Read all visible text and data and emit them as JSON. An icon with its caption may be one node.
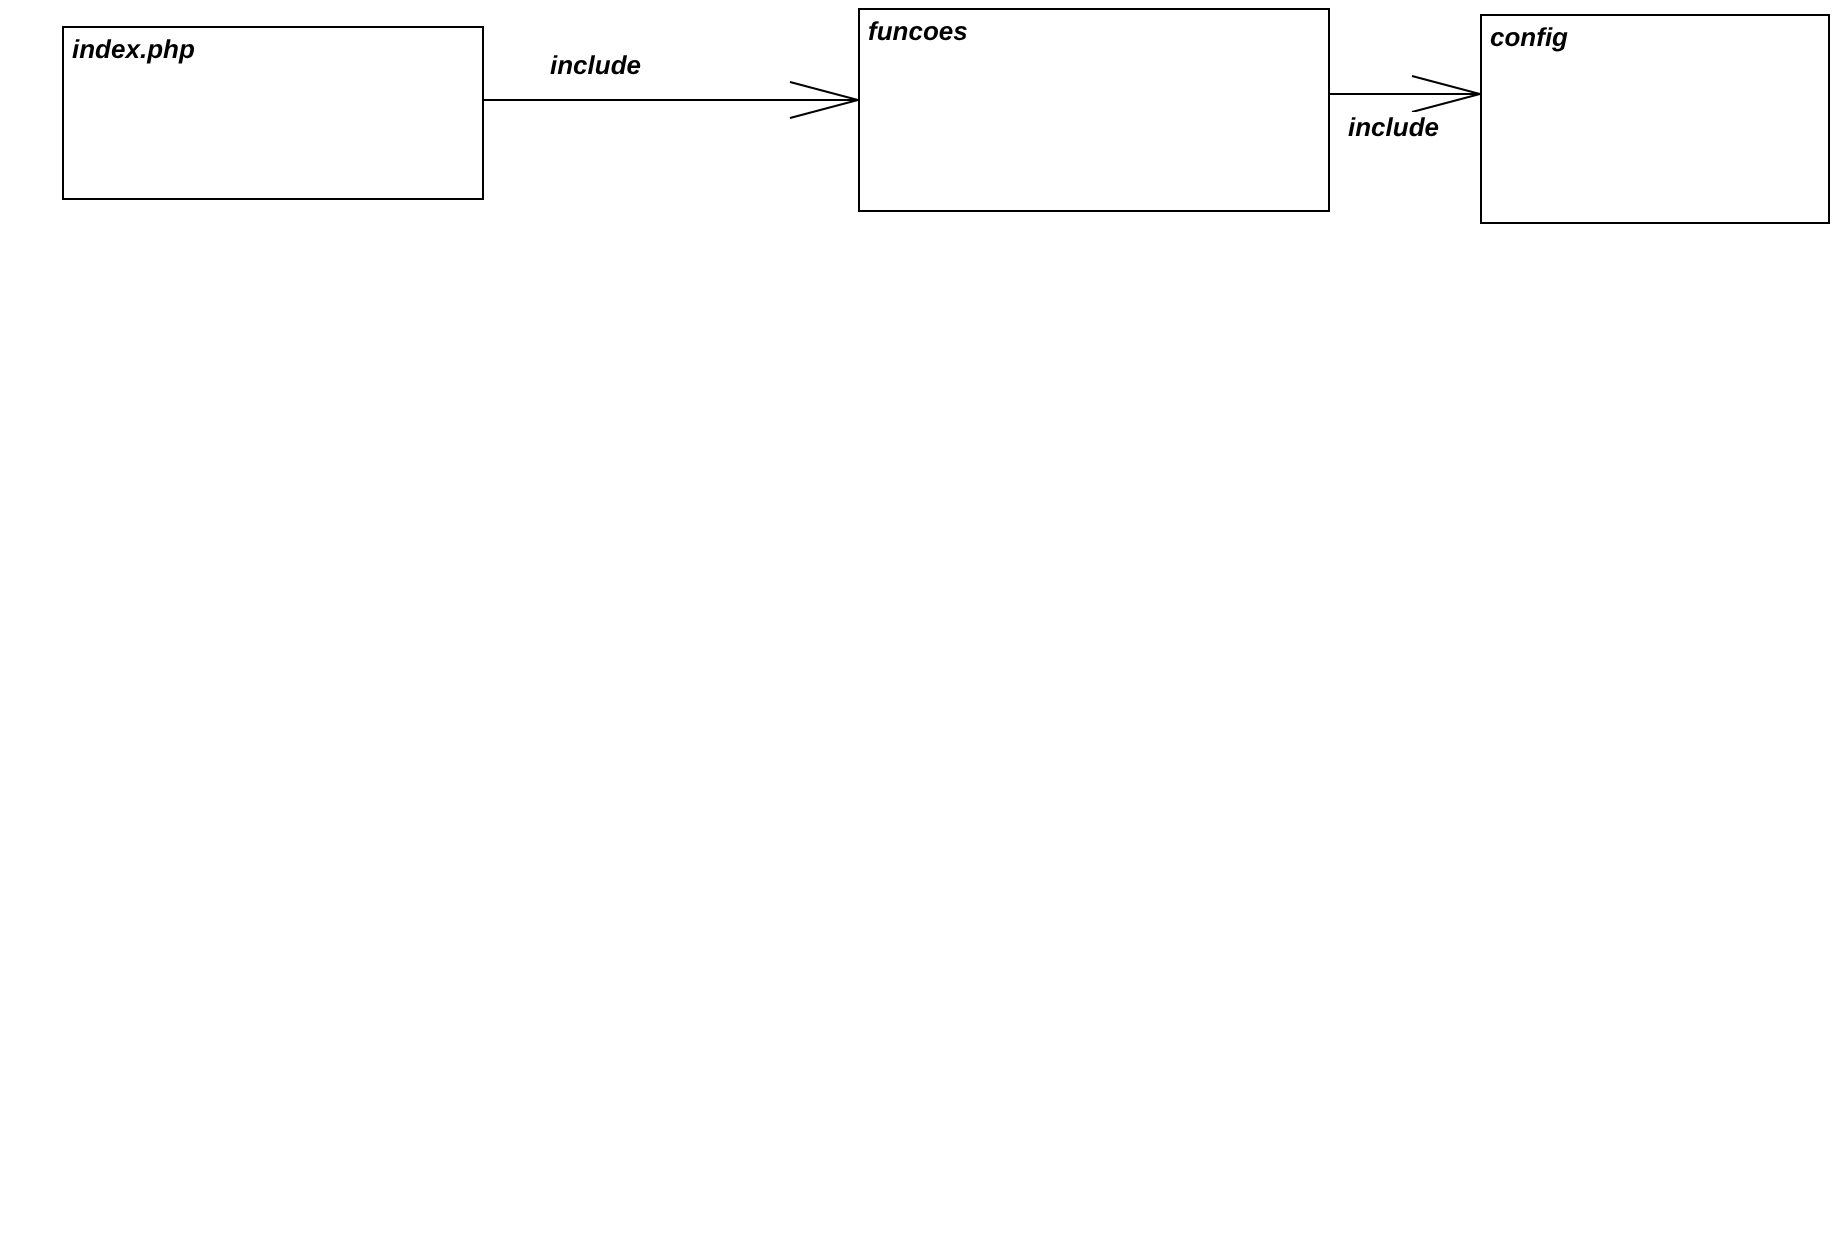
{
  "diagram": {
    "nodes": [
      {
        "text": [
          "index.php"
        ]
      },
      {
        "text": [
          "funcoes"
        ]
      },
      {
        "text": [
          "config"
        ]
      }
    ],
    "edges": [
      {
        "from": 0,
        "to": 1,
        "arrow": "to",
        "label": "include"
      },
      {
        "from": 1,
        "to": 2,
        "arrow": "to",
        "label": "include"
      }
    ]
  }
}
